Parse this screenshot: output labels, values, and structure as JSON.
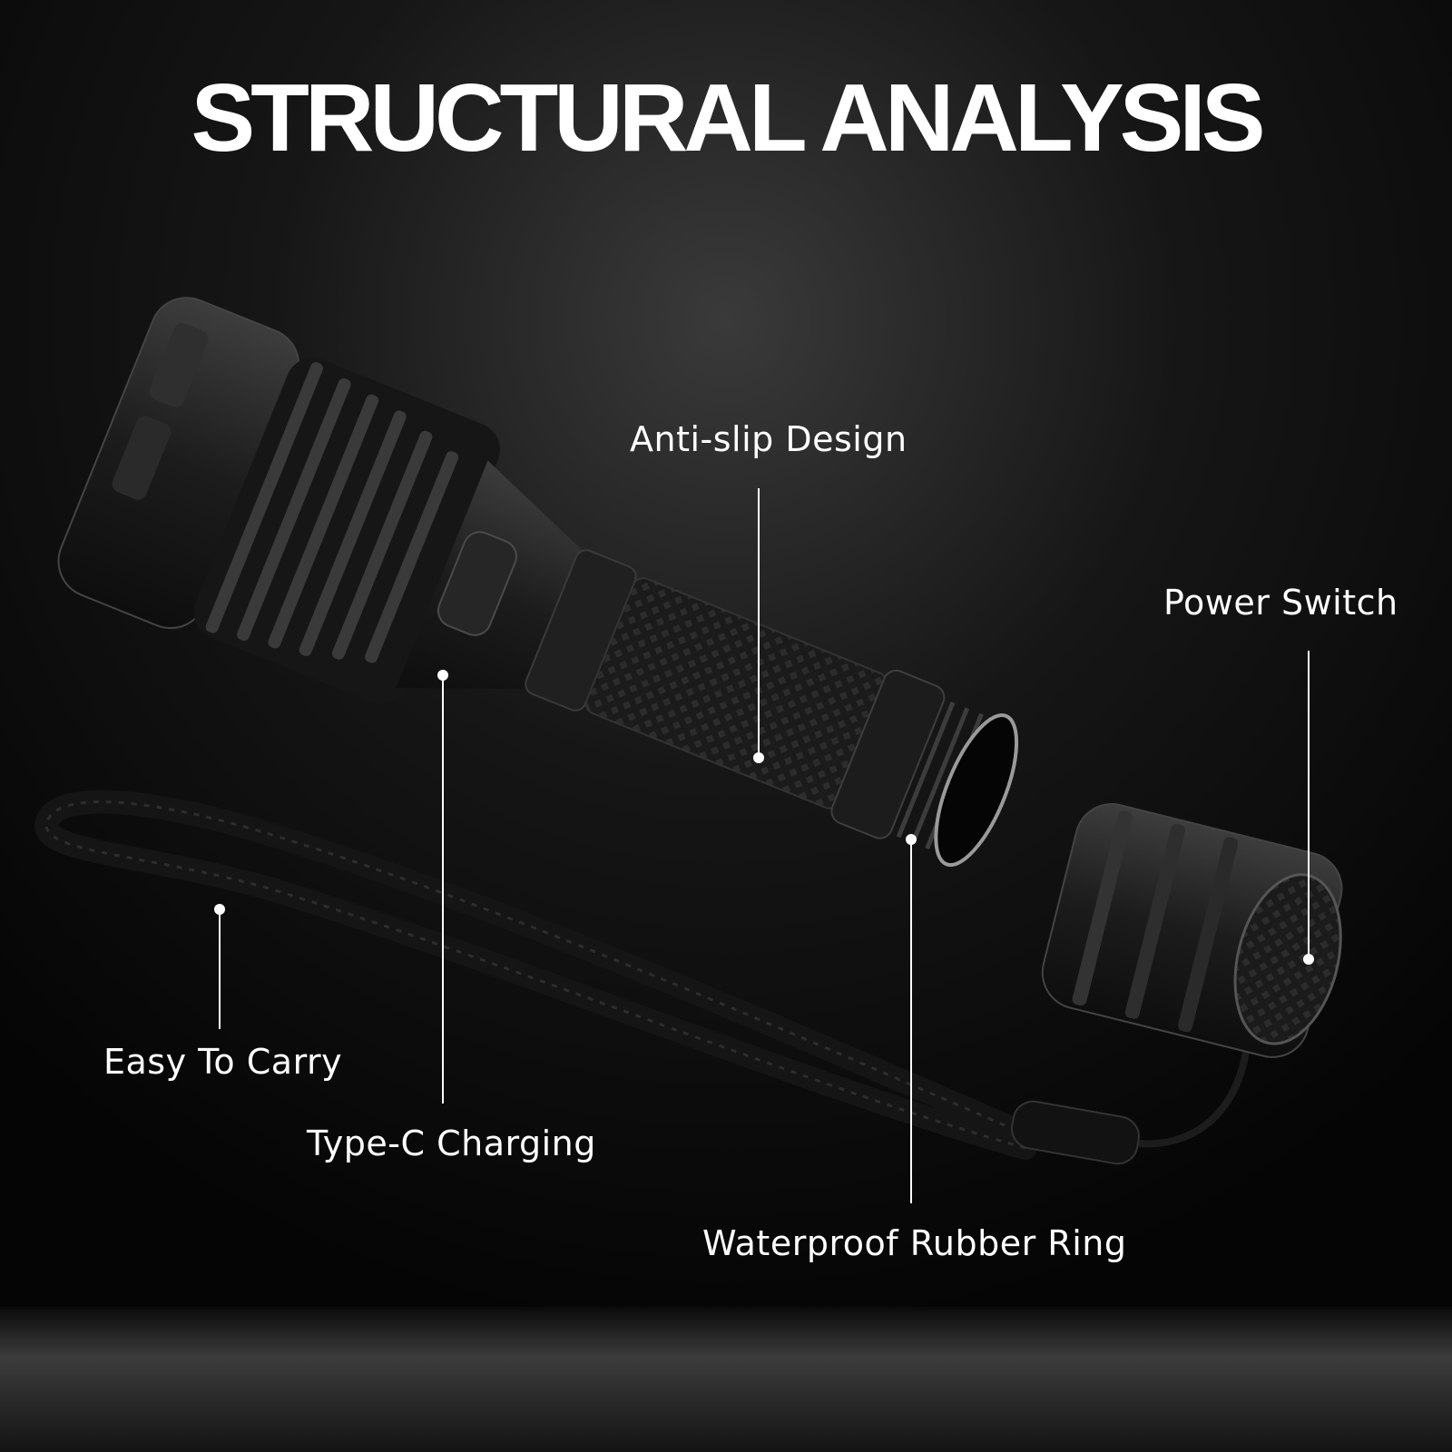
{
  "title": "STRUCTURAL ANALYSIS",
  "callouts": {
    "anti_slip": "Anti-slip Design",
    "power_switch": "Power Switch",
    "easy_carry": "Easy To Carry",
    "type_c": "Type-C Charging",
    "waterproof": "Waterproof Rubber Ring"
  },
  "colors": {
    "background": "#0b0b0b",
    "text": "#ffffff",
    "product": "#1a1a1a"
  }
}
